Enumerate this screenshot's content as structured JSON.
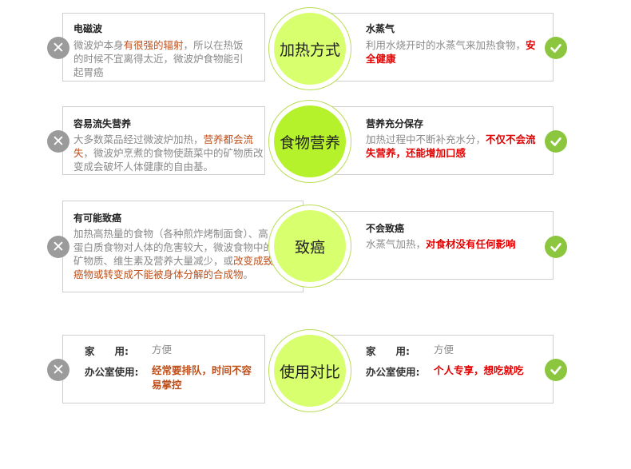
{
  "rows": [
    {
      "center": "加热方式",
      "left_title": "电磁波",
      "left_desc": [
        "微波炉本身",
        "有很强的辐射",
        "，所以在热饭的时候不宜离得太近，微波炉食物能引起胃癌"
      ],
      "right_title": "水蒸气",
      "right_desc": [
        "利用水烧开时的水蒸气来加热食物，",
        "安全健康"
      ]
    },
    {
      "center": "食物营养",
      "left_title": "容易流失营养",
      "left_desc": [
        "大多数菜品经过微波炉加热，",
        "营养都会流失",
        "，微波炉烹煮的食物使蔬菜中的矿物质改变成会破坏人体健康的自由基。"
      ],
      "right_title": "营养充分保存",
      "right_desc": [
        "加热过程中不断补充水分，",
        "不仅不会流失营养，还能增加口感"
      ]
    },
    {
      "center": "致癌",
      "left_title": "有可能致癌",
      "left_desc": [
        "加热高热量的食物（各种煎炸烤制面食）、高蛋白质食物对人体的危害较大，微波食物中的矿物质、维生素及营养大量减少，或",
        "改变成致癌物或转变成不能被身体分解的合成物",
        "。"
      ],
      "right_title": "不会致癌",
      "right_desc": [
        "水蒸气加热，",
        "对食材没有任何影响"
      ]
    },
    {
      "center": "使用对比",
      "left_home_label": "家　　用:",
      "left_home_value": "方便",
      "left_office_label": "办公室使用:",
      "left_office_value": "经常要排队，时间不容易掌控",
      "right_home_label": "家　　用:",
      "right_home_value": "方便",
      "right_office_label": "办公室使用:",
      "right_office_value": "个人专享，想吃就吃"
    }
  ],
  "icons": {
    "negative": "x-icon",
    "positive": "check-icon"
  },
  "colors": {
    "ring": "#b9dd55",
    "fill": "#d8ff6e",
    "check": "#8cc63f",
    "cross": "#9b9b9b",
    "red": "#e30000",
    "orange": "#c0501a"
  },
  "glyphs": {
    "cross": "✕"
  }
}
